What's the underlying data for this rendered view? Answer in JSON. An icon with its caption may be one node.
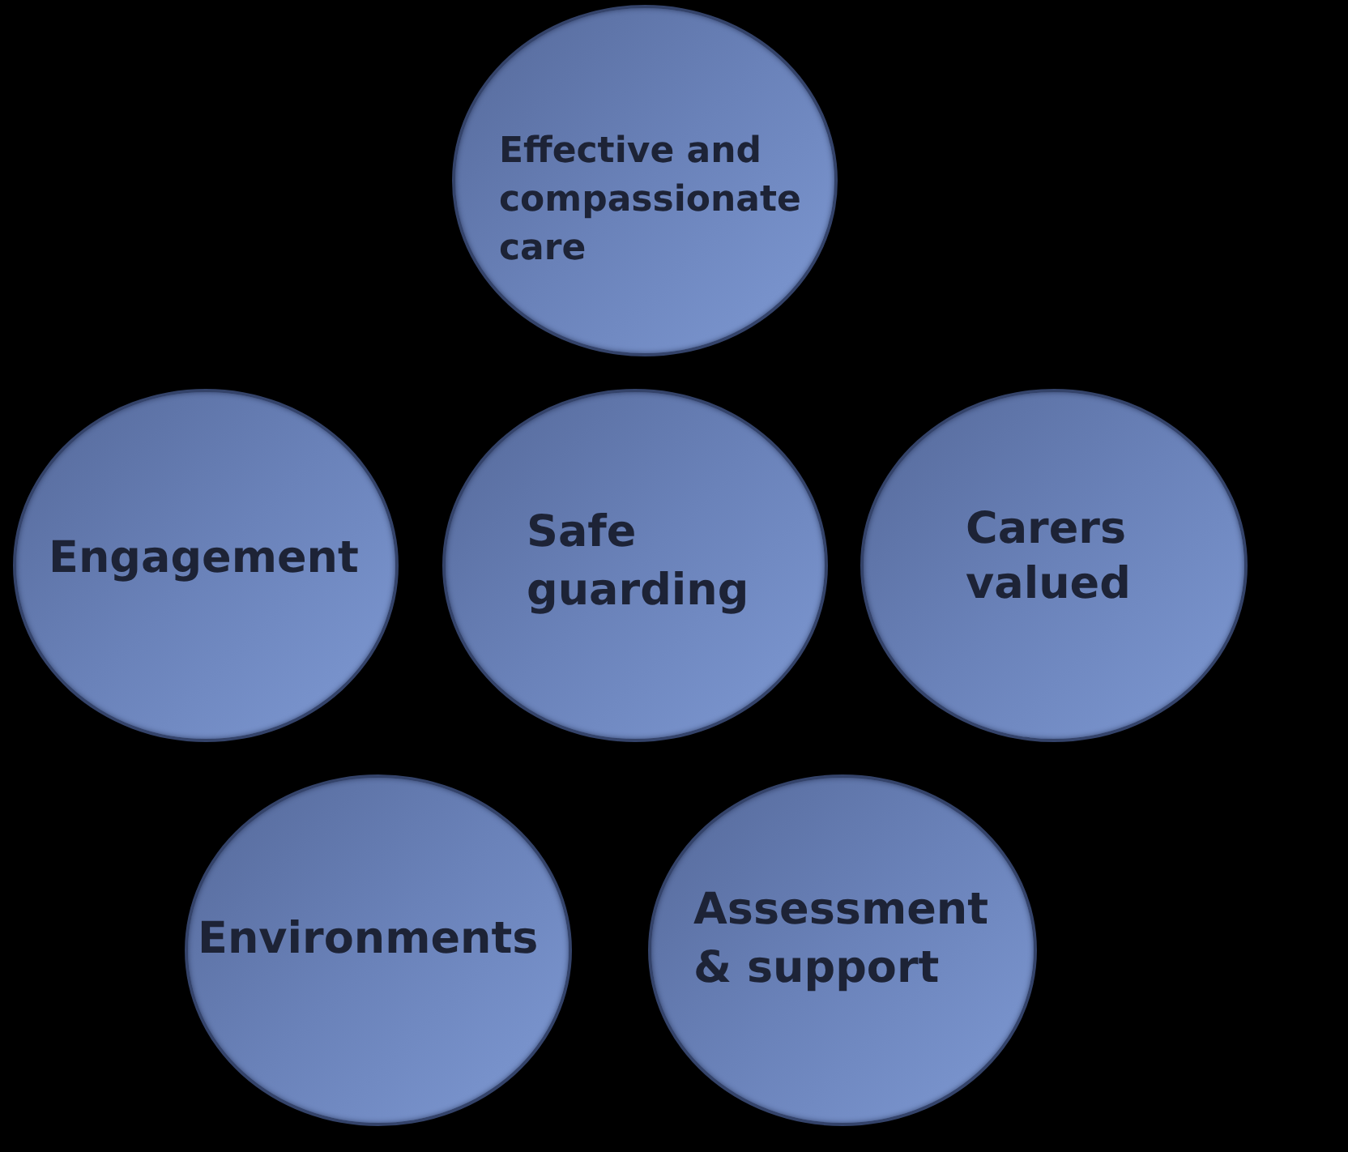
{
  "diagram": {
    "nodes": [
      {
        "text": [
          "Effective and compassionate care"
        ]
      },
      {
        "text": [
          "Engagement"
        ]
      },
      {
        "text": [
          "Safe guarding"
        ]
      },
      {
        "text": [
          "Carers valued"
        ]
      },
      {
        "text": [
          "Environments"
        ]
      },
      {
        "text": [
          "Assessment & support"
        ]
      }
    ]
  }
}
